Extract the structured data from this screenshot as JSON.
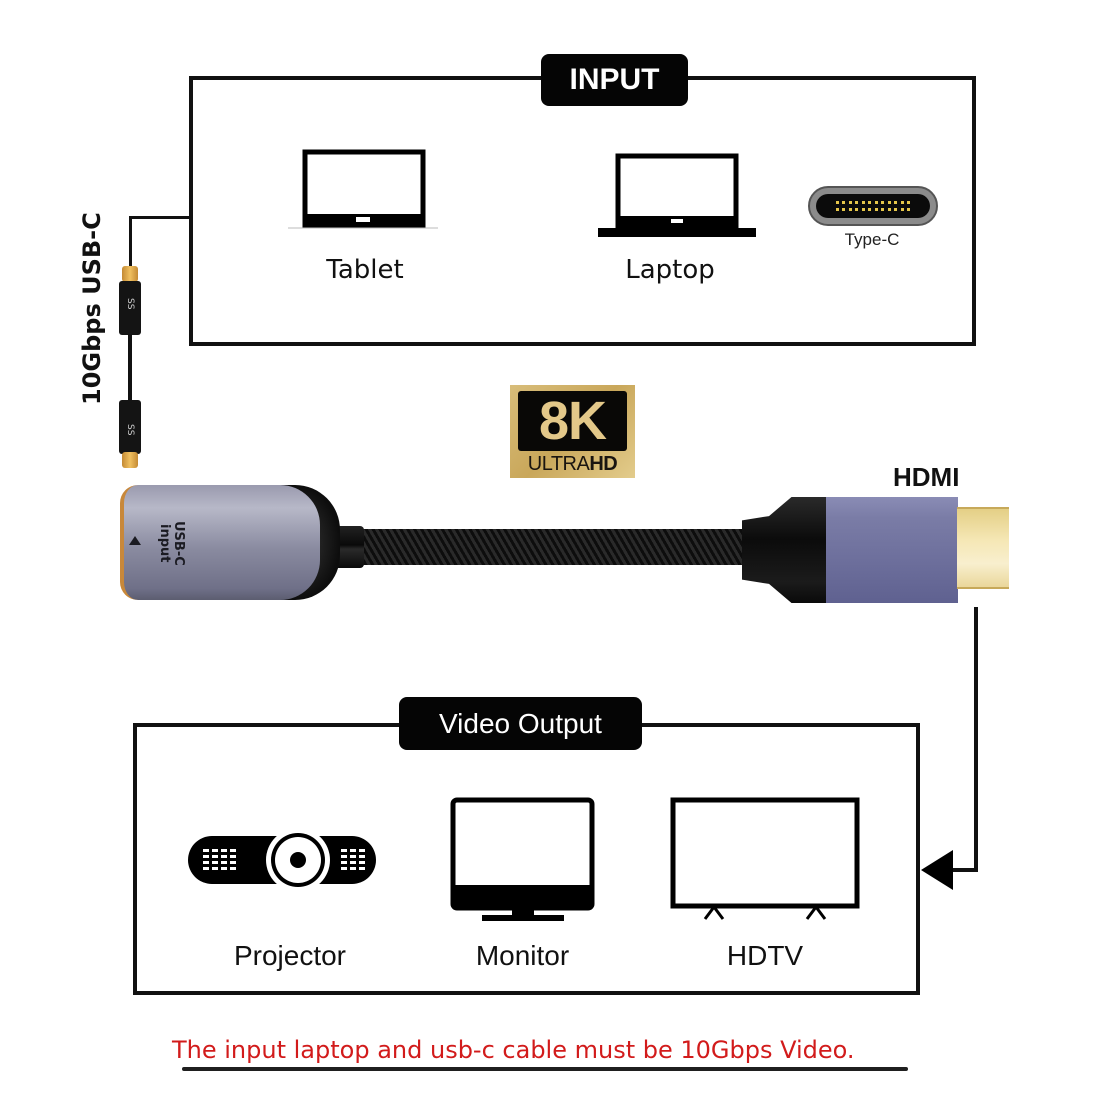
{
  "input_section": {
    "title": "INPUT",
    "devices": [
      {
        "label": "Tablet",
        "icon": "tablet-icon"
      },
      {
        "label": "Laptop",
        "icon": "laptop-icon"
      },
      {
        "label": "Type-C",
        "icon": "usb-c-port-icon"
      }
    ]
  },
  "cable": {
    "label": "10Gbps USB-C",
    "connector_marking": "SS"
  },
  "badge": {
    "main": "8K",
    "sub_light": "ULTRA",
    "sub_bold": "HD"
  },
  "adapter": {
    "input_label_line1": "USB-C",
    "input_label_line2": "input",
    "output_label": "HDMI"
  },
  "output_section": {
    "title": "Video Output",
    "devices": [
      {
        "label": "Projector",
        "icon": "projector-icon"
      },
      {
        "label": "Monitor",
        "icon": "monitor-icon"
      },
      {
        "label": "HDTV",
        "icon": "tv-icon"
      }
    ]
  },
  "note": {
    "text": "The input laptop and usb-c cable must be 10Gbps Video.",
    "color": "#d21b1b"
  },
  "colors": {
    "frame": "#111111",
    "pill_bg": "#050505",
    "badge_gold": "#d8bd7a",
    "hdmi_body": "#7a7ca6",
    "hdmi_tip_gold": "#f5e7b5"
  }
}
